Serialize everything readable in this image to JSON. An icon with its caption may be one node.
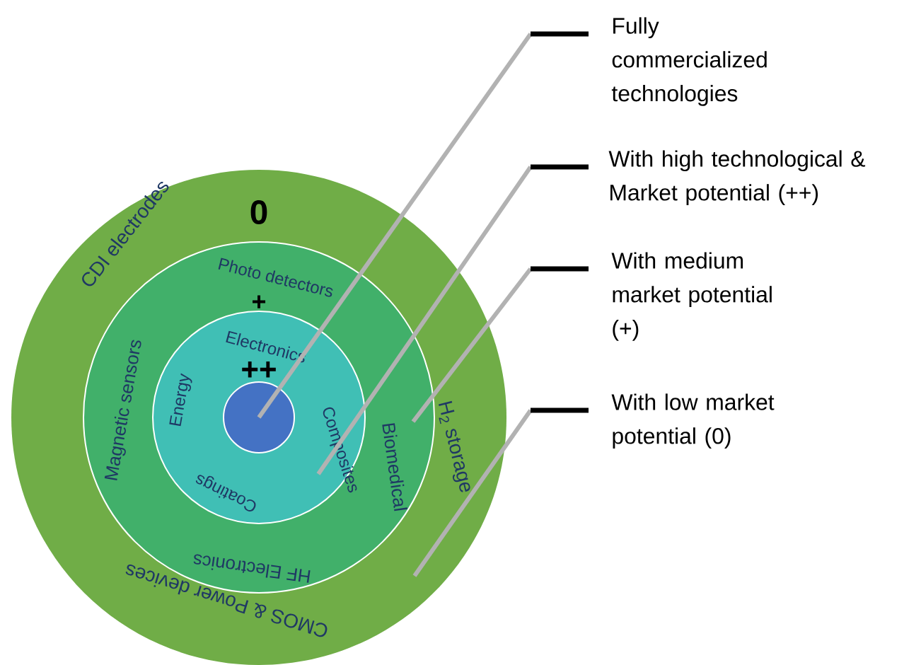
{
  "diagram": {
    "nodes": [
      {
        "text": [
          "0",
          "CDI electrodes",
          "H$_{2}$ storage",
          "CMOS & Power devices"
        ]
      },
      {
        "text": [
          "+",
          "Photo detectors",
          "Biomedical",
          "HF Electronics",
          "Magnetic sensors"
        ],
        "in": 0
      },
      {
        "text": [
          "++",
          "Electronics",
          "Composites",
          "Coatings",
          "Energy"
        ],
        "in": 1
      },
      {
        "text": [],
        "shape": "circle",
        "in": 2
      },
      {
        "text": [
          "Fully commercialized technologies"
        ]
      },
      {
        "text": [
          "With high technological & Market potential (++)"
        ]
      },
      {
        "text": [
          "With medium market potential (+)"
        ]
      },
      {
        "text": [
          "With low market potential (0)"
        ]
      }
    ],
    "edges": [
      {
        "from": 4,
        "to": 3,
        "arrow": "none"
      },
      {
        "from": 5,
        "to": 2,
        "arrow": "none"
      },
      {
        "from": 6,
        "to": 1,
        "arrow": "none"
      },
      {
        "from": 7,
        "to": 0,
        "arrow": "none"
      }
    ]
  }
}
